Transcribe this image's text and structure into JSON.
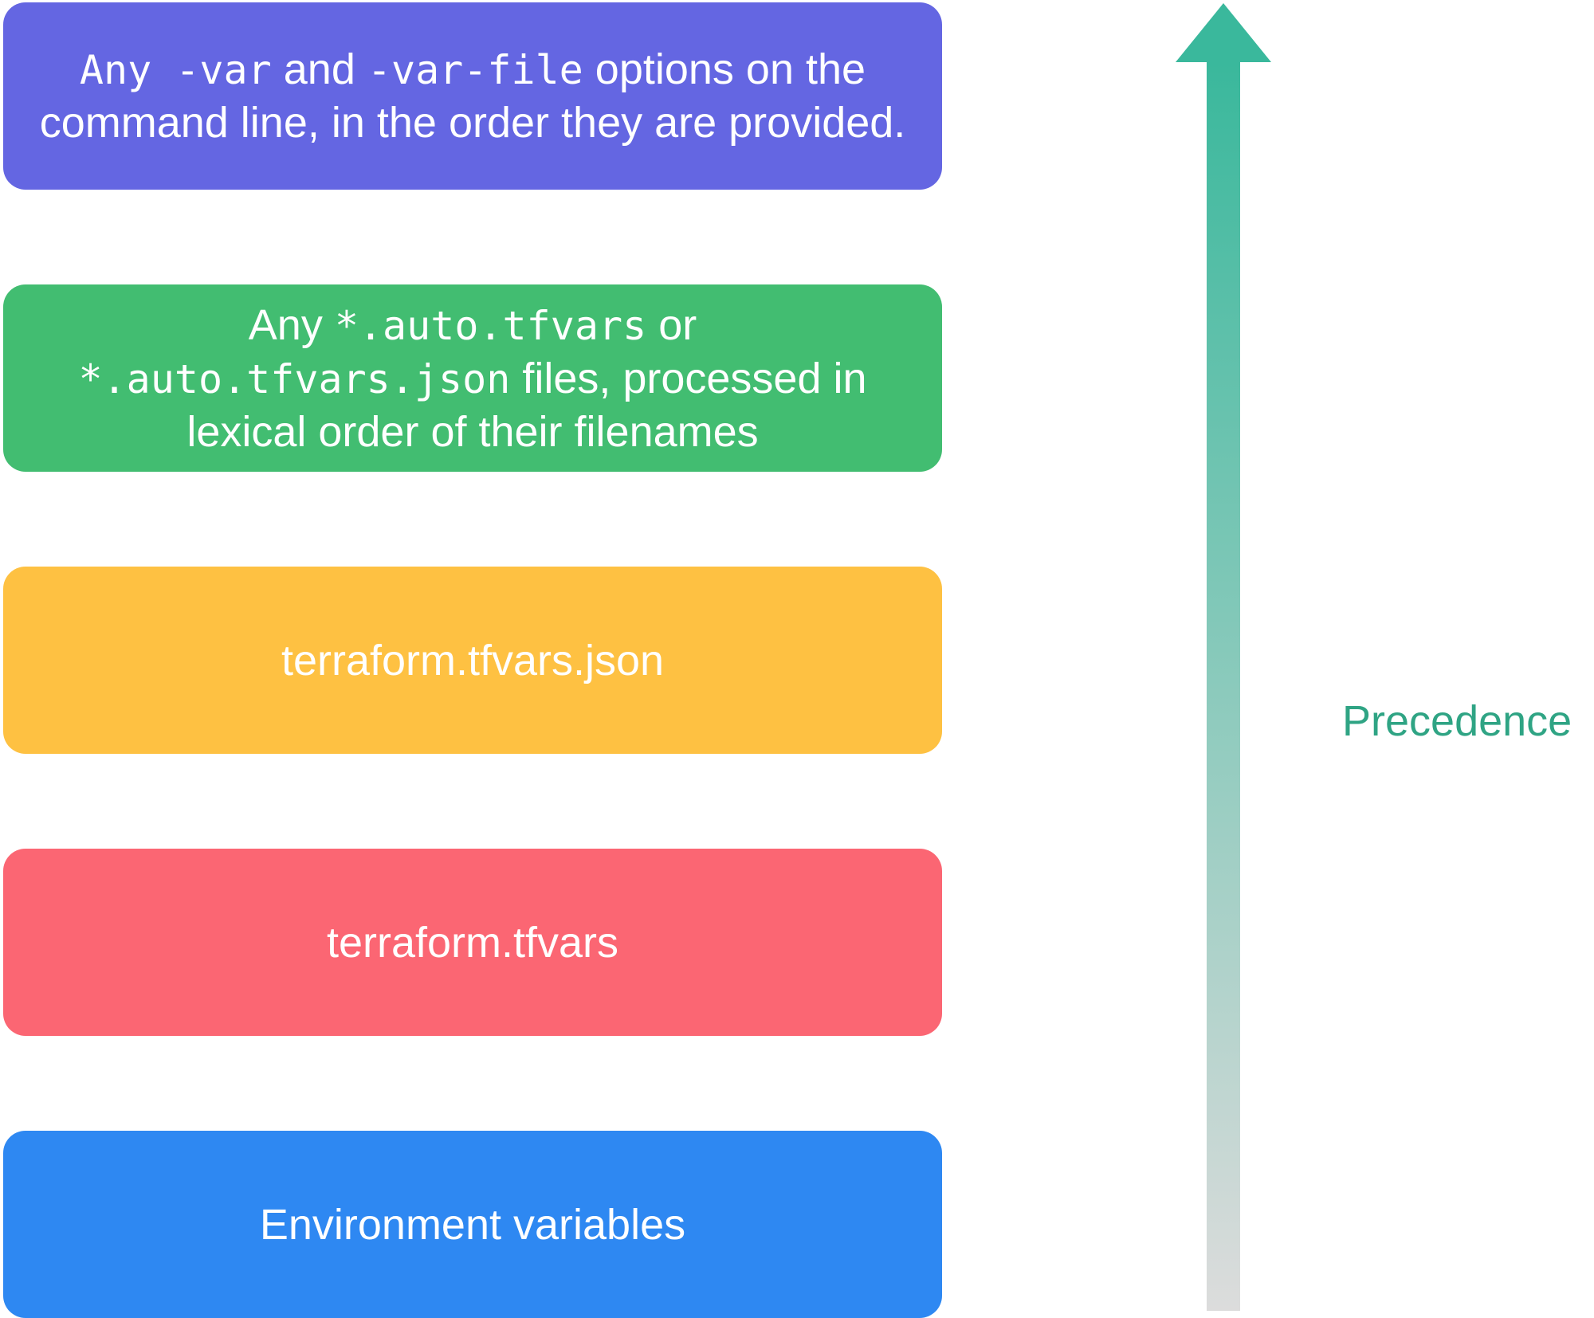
{
  "colors": {
    "layer_0": "#6466e2",
    "layer_1": "#42bd71",
    "layer_2": "#fec142",
    "layer_3": "#fb6673",
    "layer_4": "#2e88f2",
    "arrow_head": "#3ab89c",
    "arrow_tail": "#dcdcdc",
    "label": "#2fa484"
  },
  "axis": {
    "label": "Precedence",
    "direction": "up"
  },
  "layers": [
    {
      "parts": [
        {
          "text": "Any -var",
          "mono": true
        },
        {
          "text": " and ",
          "mono": false
        },
        {
          "text": "-var-file",
          "mono": true
        },
        {
          "text": " options on the command line, in the order they are provided.",
          "mono": false
        }
      ]
    },
    {
      "parts": [
        {
          "text": "Any ",
          "mono": false
        },
        {
          "text": "*.auto.tfvars",
          "mono": true
        },
        {
          "text": " or ",
          "mono": false
        },
        {
          "text": "*.auto.tfvars.json",
          "mono": true
        },
        {
          "text": " files, processed in lexical order of their filenames",
          "mono": false
        }
      ]
    },
    {
      "parts": [
        {
          "text": "terraform.tfvars.json",
          "mono": false
        }
      ]
    },
    {
      "parts": [
        {
          "text": "terraform.tfvars",
          "mono": false
        }
      ]
    },
    {
      "parts": [
        {
          "text": "Environment variables",
          "mono": false
        }
      ]
    }
  ]
}
